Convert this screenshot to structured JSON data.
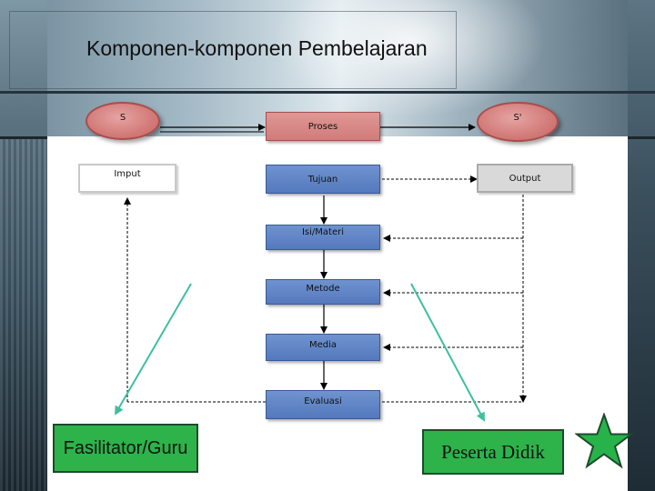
{
  "title": "Komponen-komponen Pembelajaran",
  "nodes": {
    "s": "S",
    "proses": "Proses",
    "s_prime": "S'",
    "imput": "Imput",
    "tujuan": "Tujuan",
    "output": "Output",
    "isi_materi": "Isi/Materi",
    "metode": "Metode",
    "media": "Media",
    "evaluasi": "Evaluasi"
  },
  "labels": {
    "fasilitator": "Fasilitator/Guru",
    "peserta": "Peserta Didik"
  },
  "colors": {
    "process_blue": "#5b7fc4",
    "node_red": "#d27b79",
    "label_green": "#2db34a",
    "star_green": "#27b34a",
    "arrow_teal": "#3fbf9f"
  },
  "icons": {
    "star": "star-icon"
  }
}
